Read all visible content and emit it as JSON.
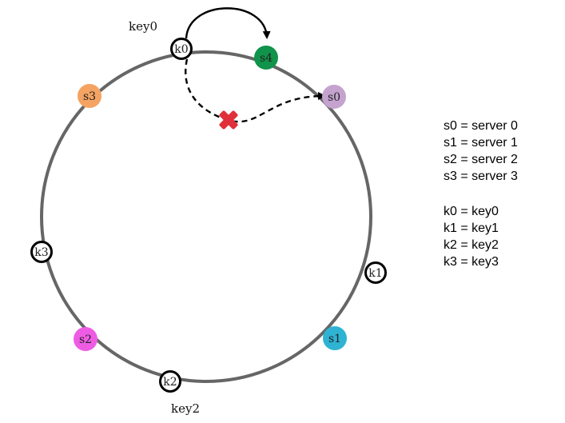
{
  "colors": {
    "ring": "#666666",
    "s0": "#c4a3cf",
    "s1": "#2eb3d3",
    "s2": "#ef5ce4",
    "s3": "#f4a362",
    "s4": "#10934a",
    "key_stroke": "#000000",
    "x_mark": "#e0303a"
  },
  "servers": [
    {
      "id": "s0",
      "label": "s0"
    },
    {
      "id": "s1",
      "label": "s1"
    },
    {
      "id": "s2",
      "label": "s2"
    },
    {
      "id": "s3",
      "label": "s3"
    },
    {
      "id": "s4",
      "label": "s4"
    }
  ],
  "keys": [
    {
      "id": "k0",
      "label": "k0"
    },
    {
      "id": "k1",
      "label": "k1"
    },
    {
      "id": "k2",
      "label": "k2"
    },
    {
      "id": "k3",
      "label": "k3"
    }
  ],
  "annotations": {
    "key0": "key0",
    "key2": "key2"
  },
  "legend": {
    "servers": [
      "s0 = server 0",
      "s1 = server 1",
      "s2 = server 2",
      "s3 = server 3"
    ],
    "keys": [
      "k0 = key0",
      "k1 = key1",
      "k2 = key2",
      "k3 = key3"
    ]
  },
  "icons": {
    "removed_path": "x-mark-icon"
  }
}
